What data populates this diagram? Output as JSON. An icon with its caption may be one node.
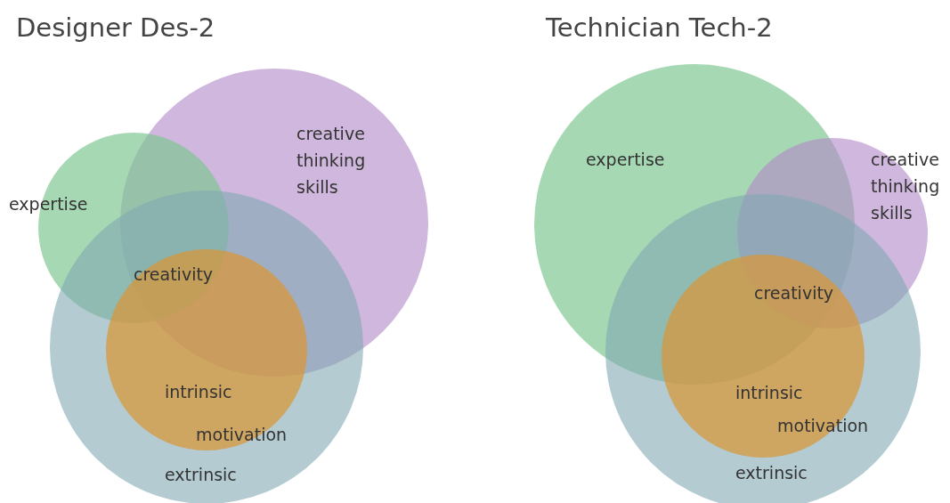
{
  "diagram": {
    "nodes": [
      {
        "text": [
          "creative thinking skills"
        ]
      },
      {
        "text": [
          "expertise"
        ]
      },
      {
        "text": [
          "extrinsic"
        ]
      },
      {
        "text": [
          "intrinsic",
          "motivation"
        ],
        "in": 2
      },
      {
        "text": [
          "expertise"
        ]
      },
      {
        "text": [
          "creative thinking skills"
        ]
      },
      {
        "text": [
          "extrinsic"
        ]
      },
      {
        "text": [
          "intrinsic",
          "motivation"
        ],
        "in": 6
      }
    ],
    "labels": [
      "Designer Des-2",
      "Technician Tech-2",
      "creativity",
      "creativity"
    ]
  }
}
